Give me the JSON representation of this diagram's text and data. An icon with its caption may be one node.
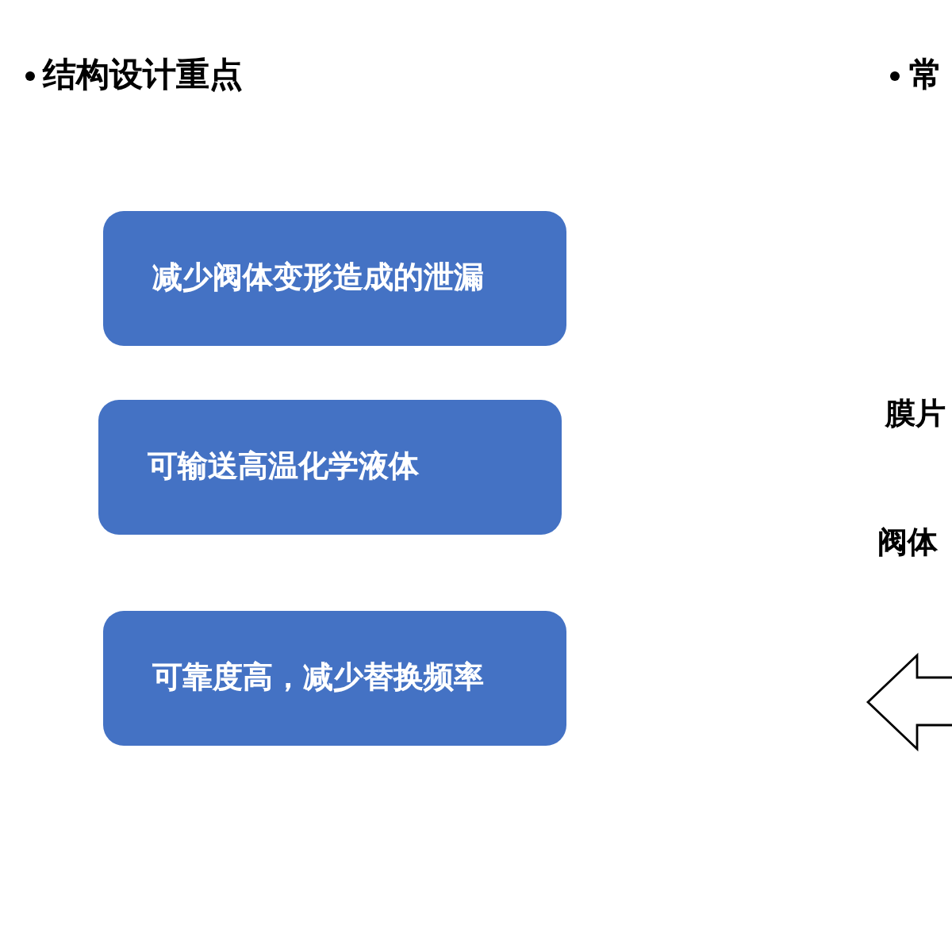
{
  "diagram": {
    "nodes": [
      {
        "text": [
          "减少阀体变形造成的泄漏"
        ]
      },
      {
        "text": [
          "可输送高温化学液体"
        ]
      },
      {
        "text": [
          "可靠度高，减少替换频率"
        ]
      }
    ],
    "labels": [
      "结构设计重点",
      "常",
      "膜片",
      "阀体"
    ]
  }
}
